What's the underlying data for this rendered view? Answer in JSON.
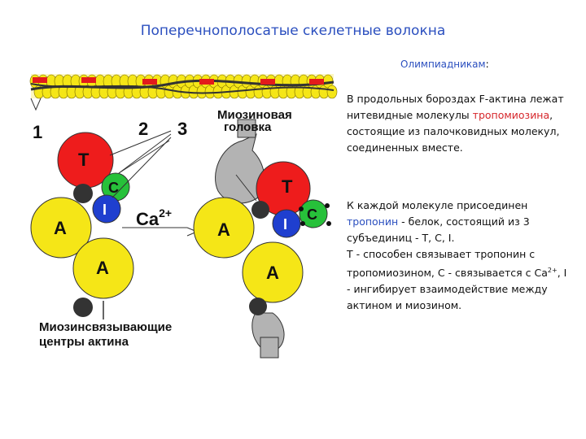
{
  "title": "Поперечнополосатые скелетные волокна",
  "olymp_label": "Олимпиадникам",
  "olymp_colon": ":",
  "diagram": {
    "label_1": "1",
    "label_2": "2",
    "label_3": "3",
    "label_myosin_head_1": "Миозиновая",
    "label_myosin_head_2": "головка",
    "label_T_left": "T",
    "label_C_left": "C",
    "label_I_left": "I",
    "label_A_left_1": "A",
    "label_A_left_2": "A",
    "label_ca": "Ca",
    "label_ca_sup": "2+",
    "label_T_right": "T",
    "label_C_right": "C",
    "label_I_right": "I",
    "label_A_right_1": "A",
    "label_A_right_2": "A",
    "label_centers_1": "Миозинсвязывающие",
    "label_centers_2": "центры актина",
    "colors": {
      "actin": "#f5e617",
      "troponin_t": "#ee1c1c",
      "troponin_c": "#27c13a",
      "troponin_i": "#1f3fcf",
      "myosin": "#b3b3b3",
      "tropomyosin": "#e31b1b"
    }
  },
  "paragraph1": {
    "part1": "В продольных бороздах F-актина лежат нитевидные молекулы ",
    "highlight": "тропомиозина",
    "part2": ", состоящие из палочковидных молекул, соединенных вместе."
  },
  "paragraph2": {
    "part1": "К каждой молекуле присоединен ",
    "highlight": "тропонин",
    "part2": " - белок, состоящий из 3 субъединиц - T, C, I.",
    "line2": "T - способен связывает тропонин с тропомиозином, C - связывается с Ca",
    "sup": "2+",
    "line2_end": ", I - ингибирует взаимодействие между актином и миозином."
  }
}
